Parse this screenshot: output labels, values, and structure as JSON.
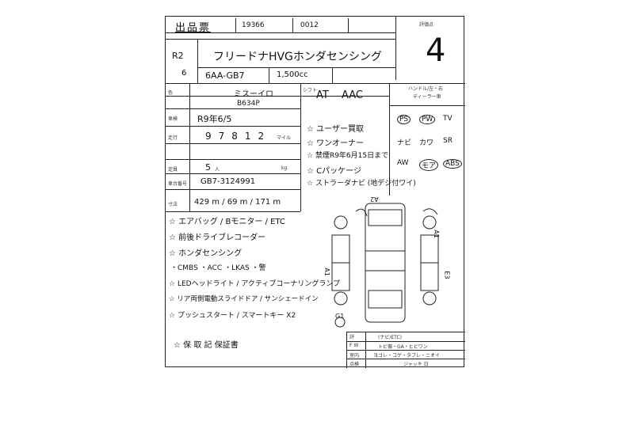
{
  "header": {
    "title": "出品票",
    "lot_no": "19366",
    "sub_no": "0012",
    "grade_score": "4",
    "corner_label": "評価点"
  },
  "vehicle": {
    "year_era": "R2",
    "month": "6",
    "name": "フリードナHV",
    "grade": "Gホンダセンシング",
    "model_code": "6AA-GB7",
    "cc": "1,500cc",
    "color": "ミスーイロ",
    "color_code": "B634P",
    "inspection": "R9年6/5",
    "mileage": "97812",
    "mileage_unit": "マイル",
    "capacity": "5",
    "capacity_unit": "人",
    "weight_unit": "kg",
    "chassis": "GB7-3124991",
    "size": "429 m / 69 m / 171 m",
    "shift": "AT",
    "ac": "AAC"
  },
  "features": [
    "ユーザー買取",
    "ワンオーナー",
    "禁煙R9年6月15日まで",
    "Cパッケージ",
    "ストラーダナビ (地デジ付ワイ)"
  ],
  "notes": [
    "エアバッグ / Bモニター / ETC",
    "前後ドライブレコーダー",
    "ホンダセンシング",
    "・CMBS ・ACC ・LKAS ・警",
    "LEDヘッドライト / アクティブコーナリングランプ",
    "リア両側電動スライドドア / サンシェードイン",
    "プッシュスタート / スマートキー X2"
  ],
  "bottom_note": "保 取 記 保証書",
  "equipment": [
    "PS",
    "PW",
    "TV",
    "ナビ",
    "カワ",
    "SR",
    "AW",
    "モア",
    "ABS"
  ],
  "damage_marks": [
    "A2",
    "A1",
    "A1",
    "E3",
    "G1"
  ],
  "footer_rows": [
    {
      "label": "評",
      "value": "(ナビ/ETC)"
    },
    {
      "label": "F W",
      "value": "トビ傷・GA・ヒビワン"
    },
    {
      "label": "室内",
      "value": "ヨゴレ・コゲ・タブレ・ニオイ"
    },
    {
      "label": "点検",
      "value": "ジャッキ 日"
    }
  ],
  "printed_labels": {
    "handle": "ハンドル/左・右",
    "dealer": "ディーラー車",
    "shift_label": "シフト",
    "color_label": "色",
    "inspection_label": "車検",
    "mileage_label": "走行",
    "capacity_label": "定員",
    "chassis_label": "車台番号",
    "size_label": "寸法"
  }
}
